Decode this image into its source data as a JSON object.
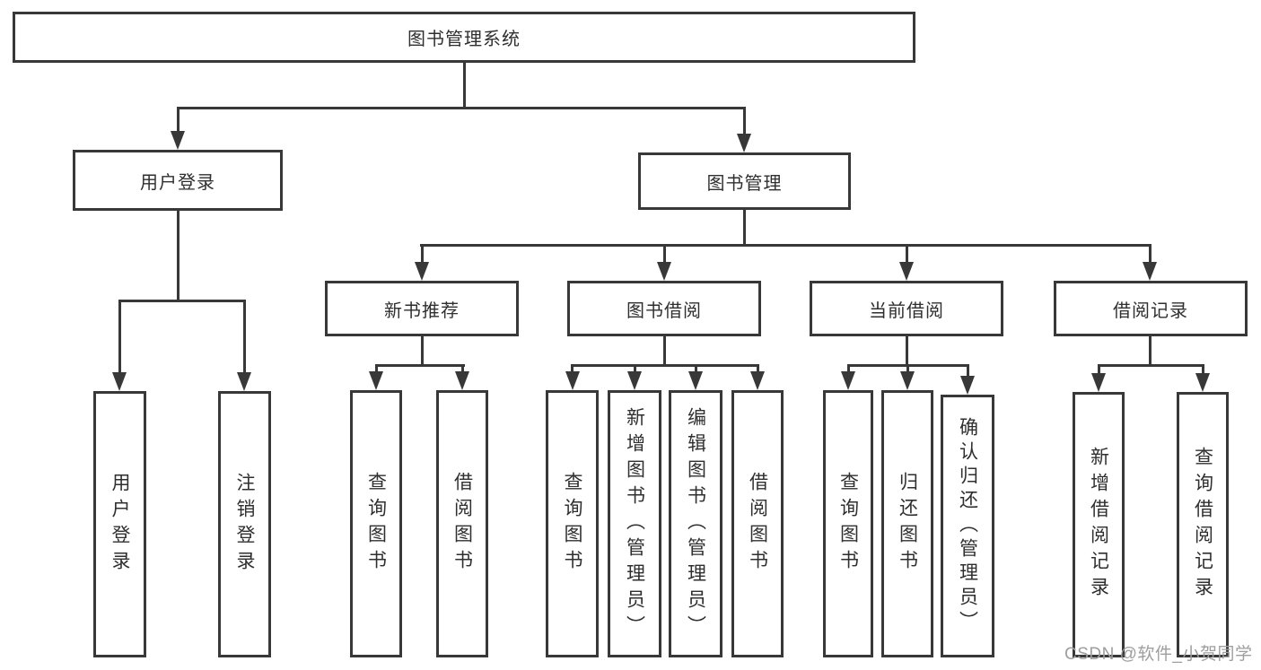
{
  "diagram": {
    "type": "hierarchy-tree",
    "title": "图书管理系统",
    "levels": 4
  },
  "nodes": {
    "root": "图书管理系统",
    "login": "用户登录",
    "management": "图书管理",
    "recommend": "新书推荐",
    "borrowing": "图书借阅",
    "current": "当前借阅",
    "history": "借阅记录",
    "login_user": "用户登录",
    "login_logout": "注销登录",
    "recommend_query": "查询图书",
    "recommend_borrow": "借阅图书",
    "borrowing_query": "查询图书",
    "borrowing_add": "新增图书（管理员）",
    "borrowing_edit": "编辑图书（管理员）",
    "borrowing_borrow": "借阅图书",
    "current_query": "查询图书",
    "current_return": "归还图书",
    "current_confirm": "确认归还（管理员）",
    "history_add": "新增借阅记录",
    "history_query": "查询借阅记录"
  },
  "watermark": "CSDN @软件_小贺同学",
  "colors": {
    "line": "#383838",
    "text": "#2f2f2f",
    "watermark": "#9e9e9e",
    "background": "#ffffff"
  }
}
